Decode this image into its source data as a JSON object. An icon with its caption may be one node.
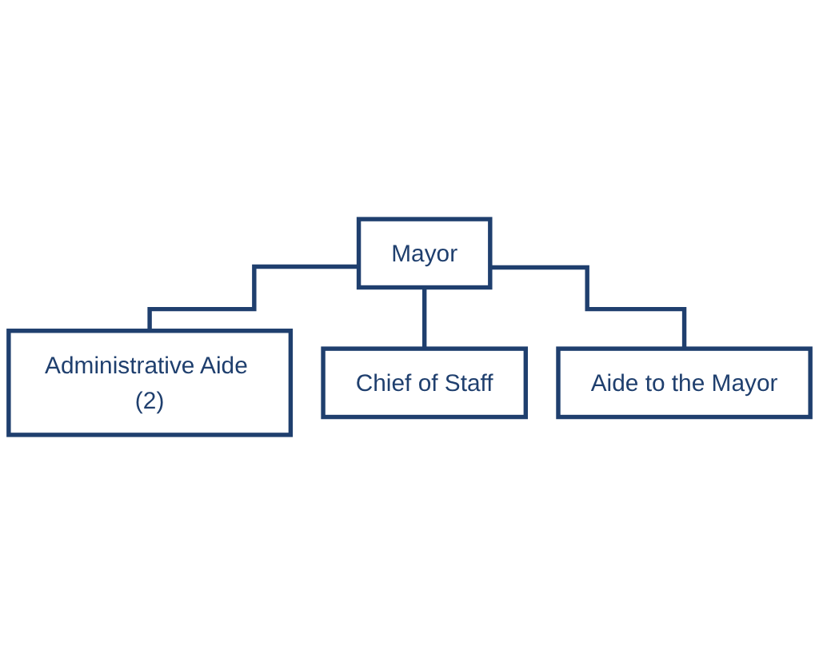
{
  "diagram": {
    "nodes": [
      {
        "text": [
          "Mayor"
        ]
      },
      {
        "text": [
          "Administrative Aide (2)"
        ]
      },
      {
        "text": [
          "Chief of Staff"
        ]
      },
      {
        "text": [
          "Aide to the Mayor"
        ]
      }
    ],
    "edges": [
      {
        "from": 0,
        "to": 1,
        "arrow": "none"
      },
      {
        "from": 0,
        "to": 2,
        "arrow": "none"
      },
      {
        "from": 0,
        "to": 3,
        "arrow": "none"
      }
    ]
  }
}
